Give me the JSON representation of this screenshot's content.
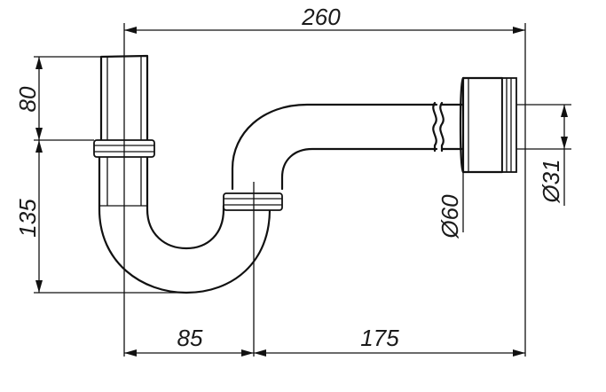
{
  "dimensions": {
    "overall_length": "260",
    "vertical_top": "80",
    "vertical_bottom": "135",
    "horizontal_left": "85",
    "horizontal_right": "175",
    "flange_diameter": "Ø60",
    "pipe_diameter": "Ø31"
  }
}
